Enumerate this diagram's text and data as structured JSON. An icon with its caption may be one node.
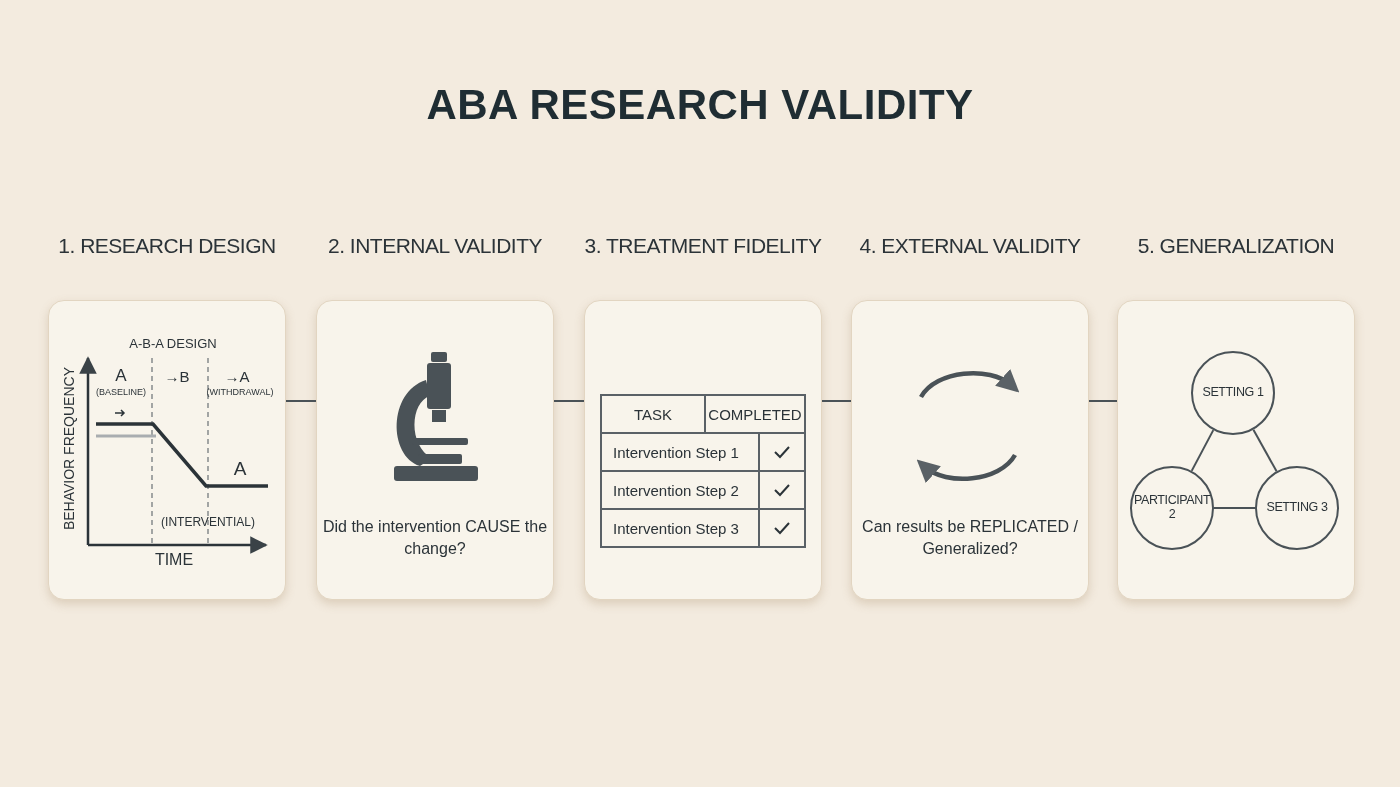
{
  "diagram": {
    "title": "ABA RESEARCH VALIDITY",
    "nodes": [
      {
        "text": [
          "1. RESEARCH DESIGN"
        ]
      },
      {
        "text": [
          "2. INTERNAL VALIDITY",
          "Did the intervention CAUSE the change?"
        ]
      },
      {
        "text": [
          "3. TREATMENT FIDELITY"
        ]
      },
      {
        "text": [
          "4. EXTERNAL VALIDITY",
          "Can results be REPLICATED / Generalized?"
        ]
      },
      {
        "text": [
          "5. GENERALIZATION"
        ]
      },
      {
        "text": [
          "SETTING 1"
        ],
        "in": 4
      },
      {
        "text": [
          "PARTICIPANT 2"
        ],
        "in": 4
      },
      {
        "text": [
          "SETTING 3"
        ],
        "in": 4
      }
    ],
    "edges": [
      {
        "from": 0,
        "to": 1,
        "arrow": "none"
      },
      {
        "from": 1,
        "to": 2,
        "arrow": "none"
      },
      {
        "from": 2,
        "to": 3,
        "arrow": "none"
      },
      {
        "from": 3,
        "to": 4,
        "arrow": "none"
      },
      {
        "from": 5,
        "to": 6,
        "arrow": "none"
      },
      {
        "from": 5,
        "to": 7,
        "arrow": "none"
      },
      {
        "from": 6,
        "to": 7,
        "arrow": "none"
      }
    ],
    "labels": [
      "A-B-A DESIGN",
      "BEHAVIOR FREQUENCY",
      "A",
      "(BASELINE)",
      "→B",
      "→A",
      "(WITHDRAWAL)",
      "A",
      "(INTERVENTIAL)",
      "TIME",
      "TASK",
      "COMPLETED",
      "Intervention Step 1",
      "Intervention Step 2",
      "Intervention Step 3"
    ]
  }
}
